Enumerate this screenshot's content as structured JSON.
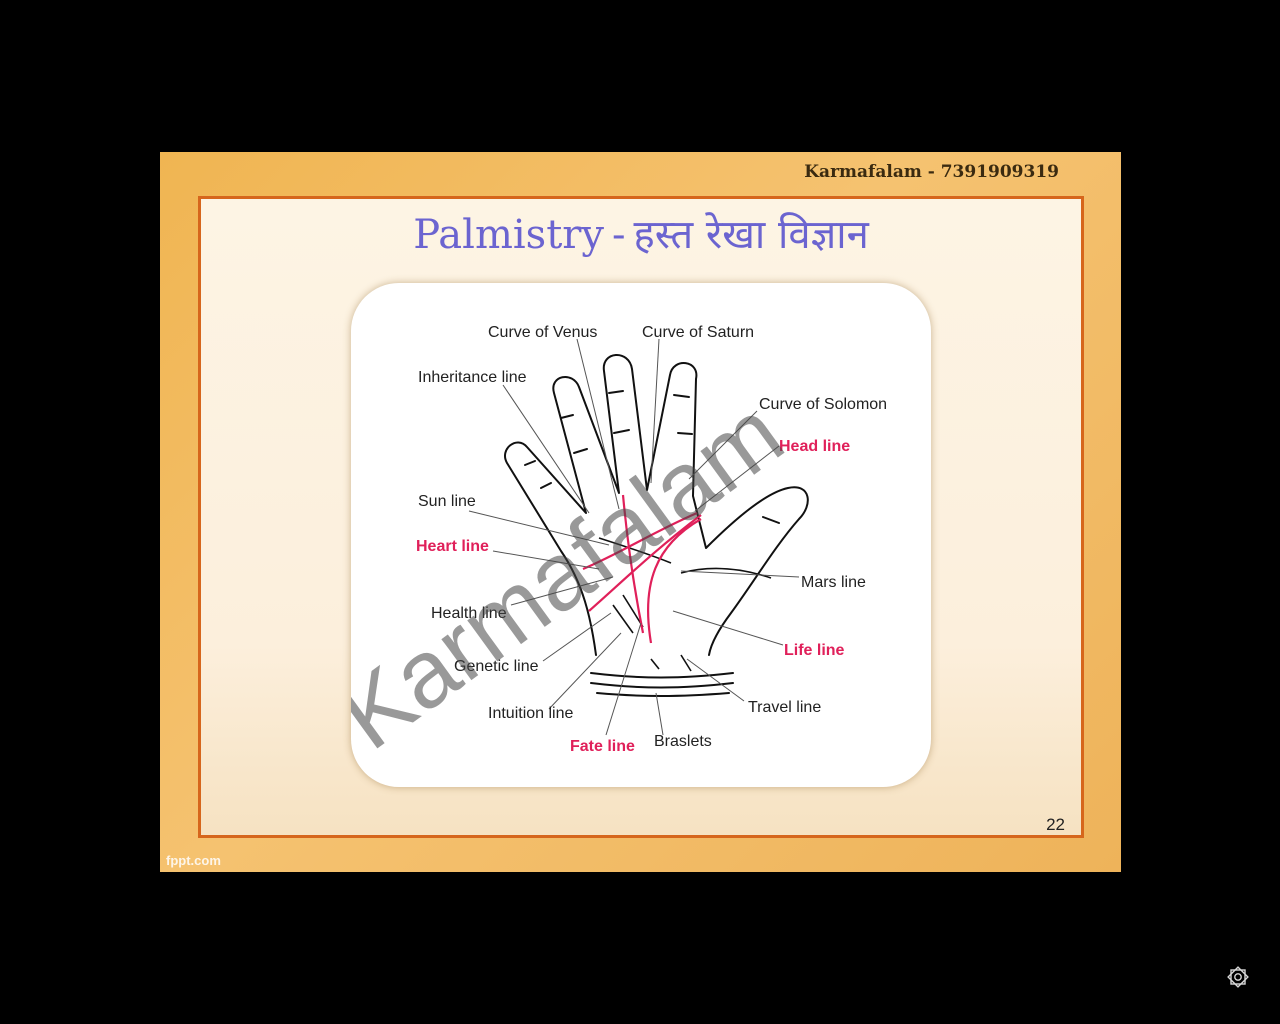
{
  "slide": {
    "header": "Karmafalam - 7391909319",
    "title_en": "Palmistry",
    "title_sep": "-",
    "title_hi": "हस्त रेखा विज्ञान",
    "page_number": "22",
    "footer_brand": "fppt.com",
    "watermark": "Karmafalam"
  },
  "diagram": {
    "labels": {
      "curve_of_venus": "Curve of Venus",
      "curve_of_saturn": "Curve of Saturn",
      "inheritance_line": "Inheritance line",
      "curve_of_solomon": "Curve of Solomon",
      "head_line": "Head line",
      "sun_line": "Sun line",
      "heart_line": "Heart line",
      "mars_line": "Mars line",
      "health_line": "Health line",
      "life_line": "Life line",
      "genetic_line": "Genetic line",
      "travel_line": "Travel line",
      "intuition_line": "Intuition line",
      "fate_line": "Fate line",
      "braslets": "Braslets"
    }
  },
  "colors": {
    "title": "#6b64d0",
    "highlight_lines": "#e0205a",
    "frame_border": "#d6661c"
  },
  "corner_icon": "ornament-icon"
}
